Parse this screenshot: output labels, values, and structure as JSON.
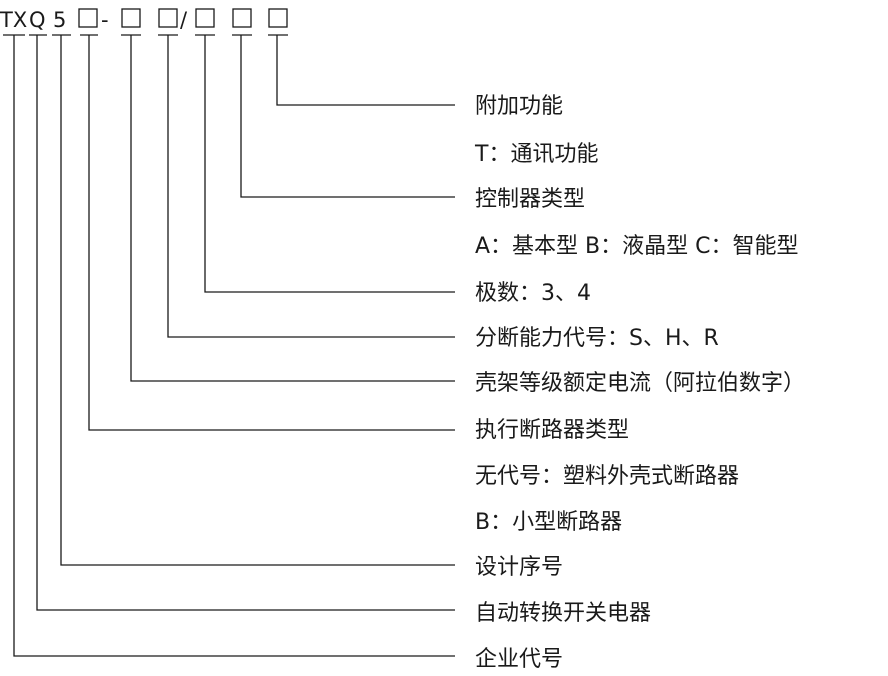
{
  "model_code": {
    "segments": [
      "TX",
      "Q",
      "5",
      "-",
      "/"
    ]
  },
  "descriptions": [
    "附加功能",
    "T：通讯功能",
    "控制器类型",
    "A：基本型  B：液晶型  C：智能型",
    "极数：3、4",
    "分断能力代号：S、H、R",
    "壳架等级额定电流（阿拉伯数字）",
    "执行断路器类型",
    "无代号：塑料外壳式断路器",
    "B：小型断路器",
    "设计序号",
    "自动转换开关电器",
    "企业代号"
  ],
  "colors": {
    "line": "#1a1a1a",
    "text": "#1a1a1a",
    "background": "#ffffff"
  }
}
